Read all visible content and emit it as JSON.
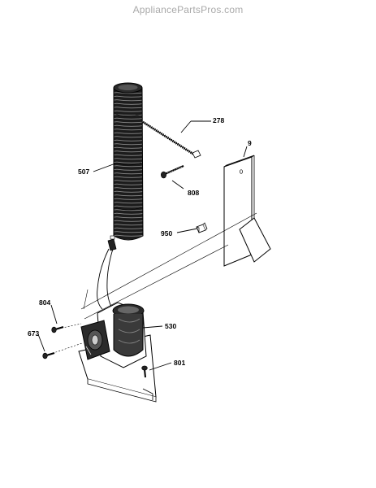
{
  "watermark": "AppliancePartsPros.com",
  "callouts": {
    "c507": "507",
    "c278": "278",
    "c9": "9",
    "c808": "808",
    "c950": "950",
    "c804": "804",
    "c530": "530",
    "c673": "673",
    "c801": "801"
  }
}
